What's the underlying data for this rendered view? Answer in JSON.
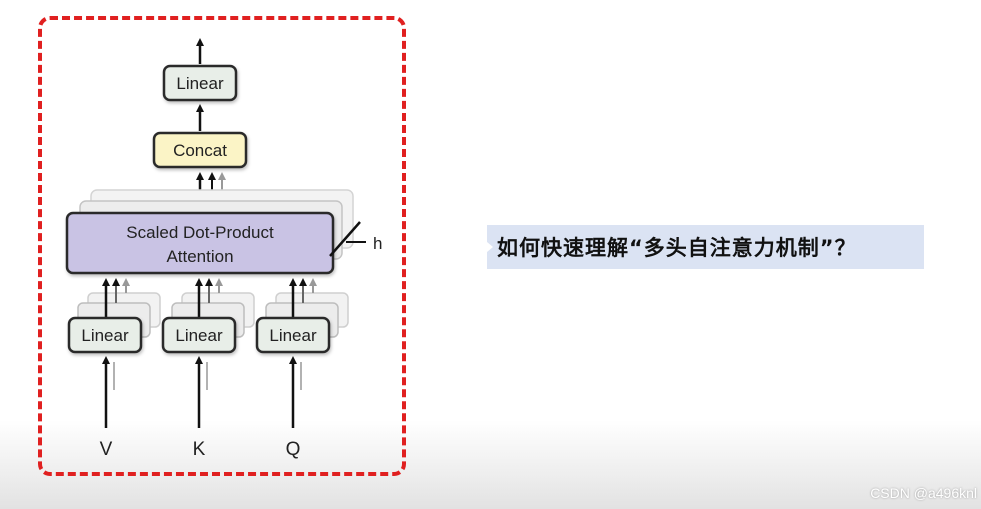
{
  "diagram": {
    "output_linear": "Linear",
    "concat": "Concat",
    "attention_line1": "Scaled Dot-Product",
    "attention_line2": "Attention",
    "heads_label": "h",
    "input_linears": [
      "Linear",
      "Linear",
      "Linear"
    ],
    "inputs": [
      "V",
      "K",
      "Q"
    ]
  },
  "caption": "如何快速理解“多头自注意力机制”？",
  "watermark": "CSDN @a496knl",
  "colors": {
    "frame_border": "#e02020",
    "linear_fill": "#e8eee8",
    "concat_fill": "#fbf4c6",
    "attention_fill": "#c9c3e4",
    "caption_bg": "#dbe3f3"
  }
}
